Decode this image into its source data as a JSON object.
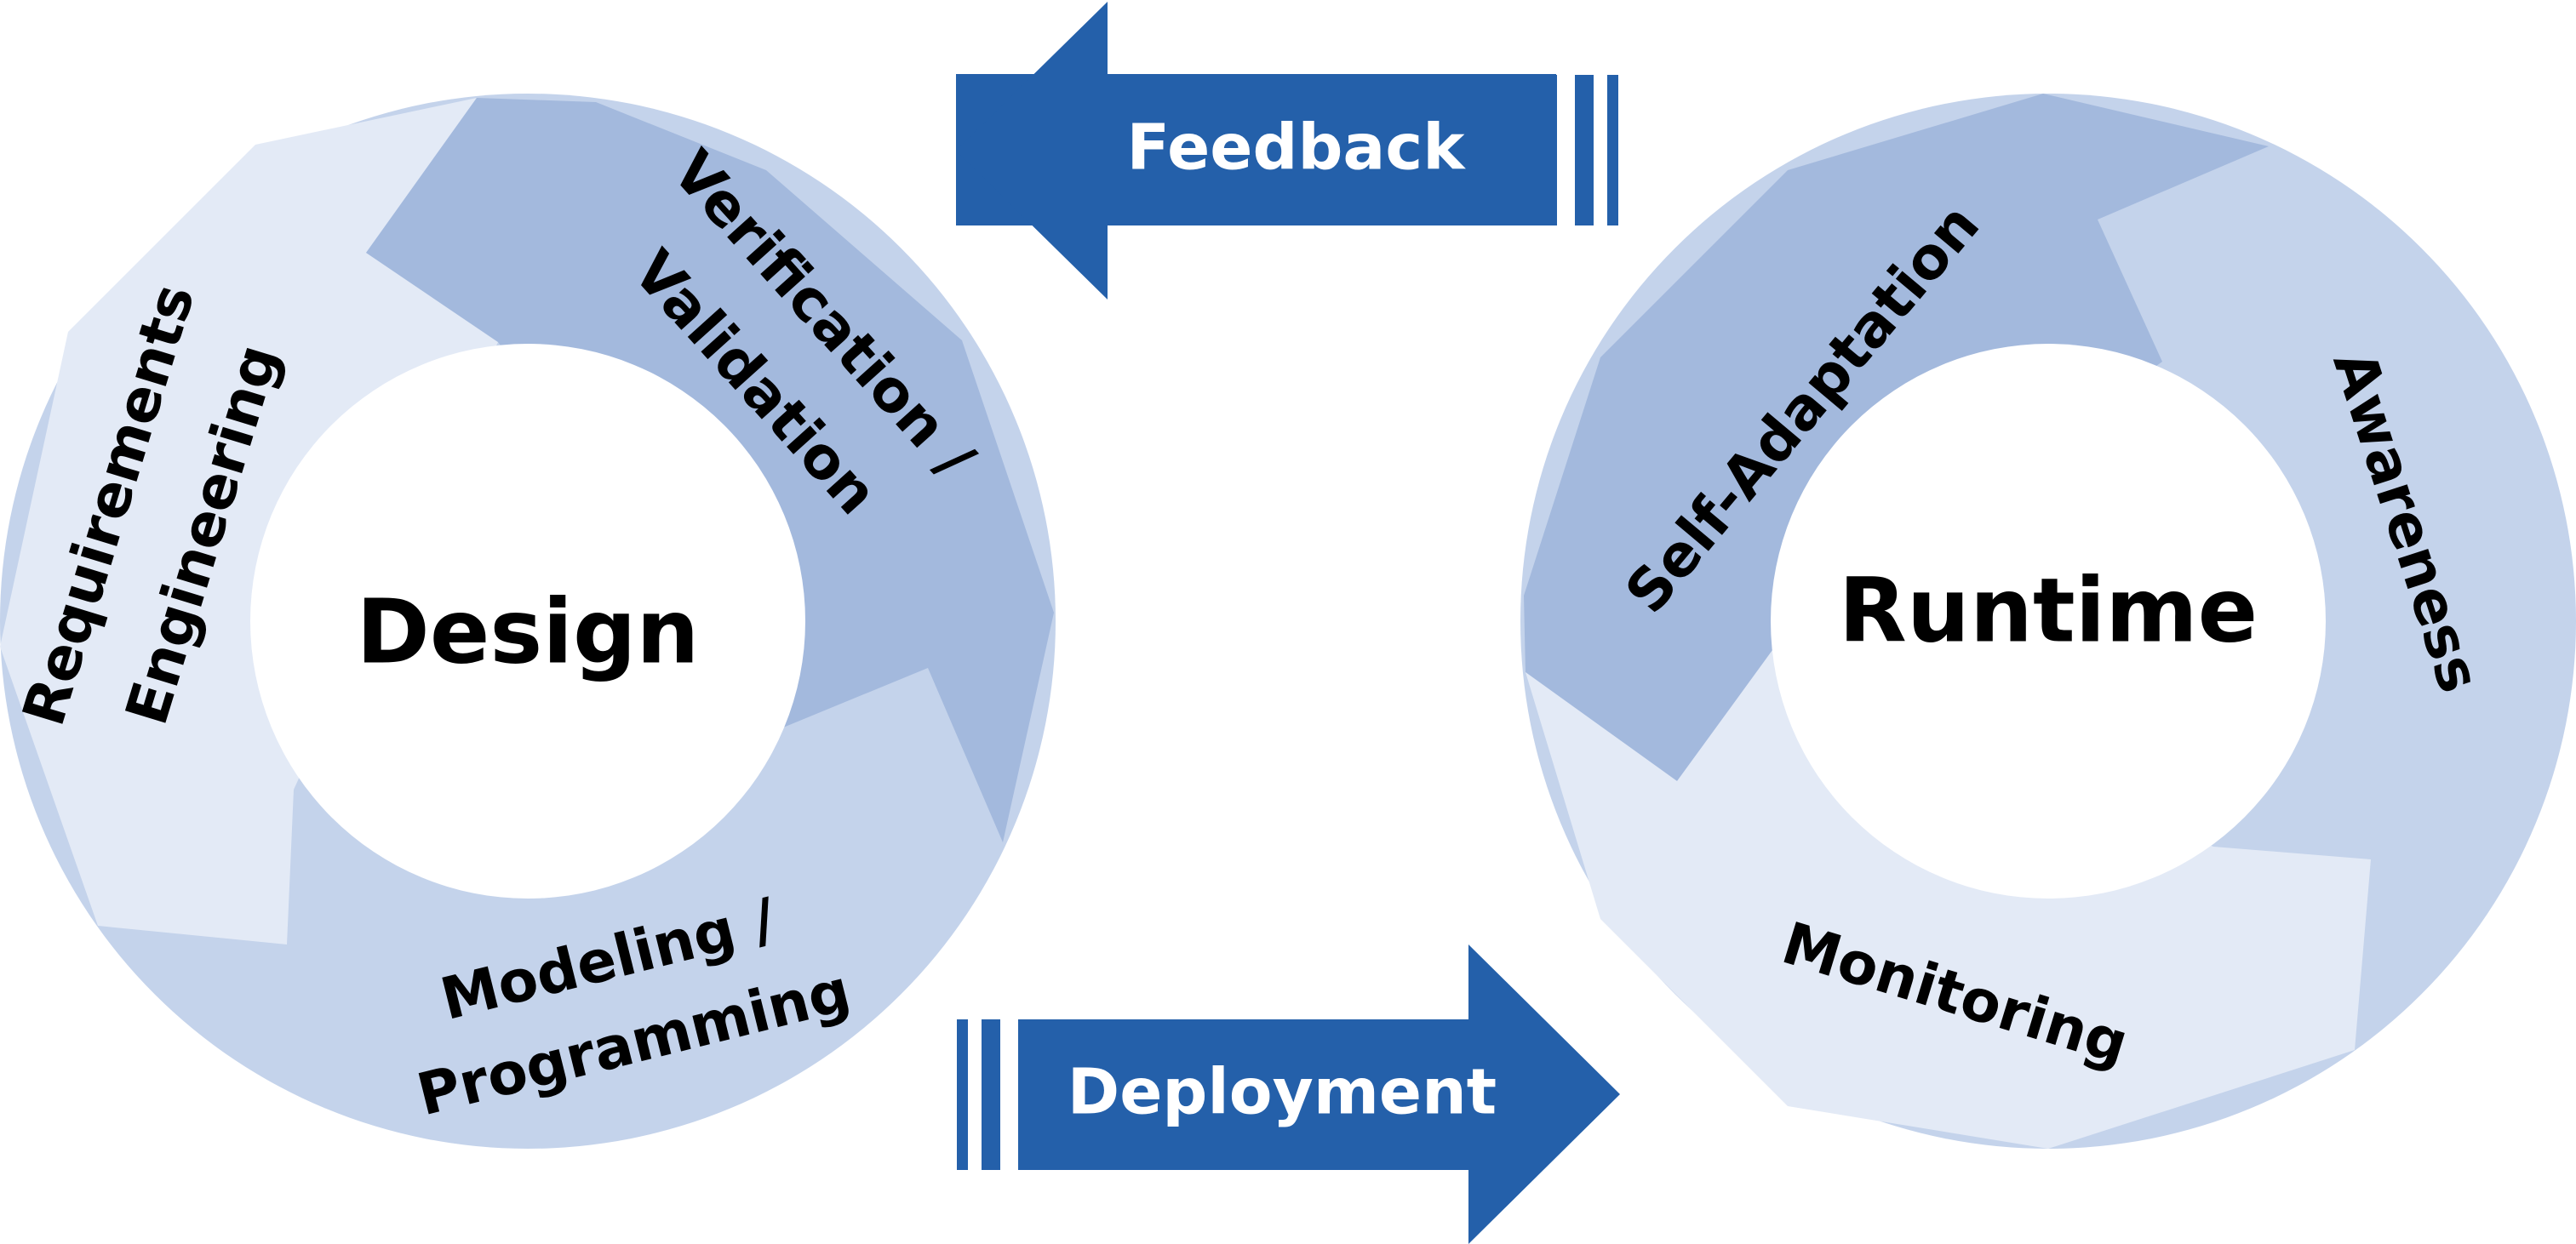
{
  "design": {
    "center": "Design",
    "segments": [
      {
        "label": "Requirements",
        "label2": "Engineering"
      },
      {
        "label": "Verification /",
        "label2": "Validation"
      },
      {
        "label": "Modeling /",
        "label2": "Programming"
      }
    ]
  },
  "runtime": {
    "center": "Runtime",
    "segments": [
      {
        "label": "Self-Adaptation"
      },
      {
        "label": "Awareness"
      },
      {
        "label": "Monitoring"
      }
    ]
  },
  "arrows": {
    "feedback": "Feedback",
    "deployment": "Deployment"
  },
  "colors": {
    "arrow": "#2460AA",
    "segment_light": "#E3EAF6",
    "segment_mid": "#C4D3EB",
    "segment_dark": "#A3B9DD",
    "text": "#000000"
  }
}
